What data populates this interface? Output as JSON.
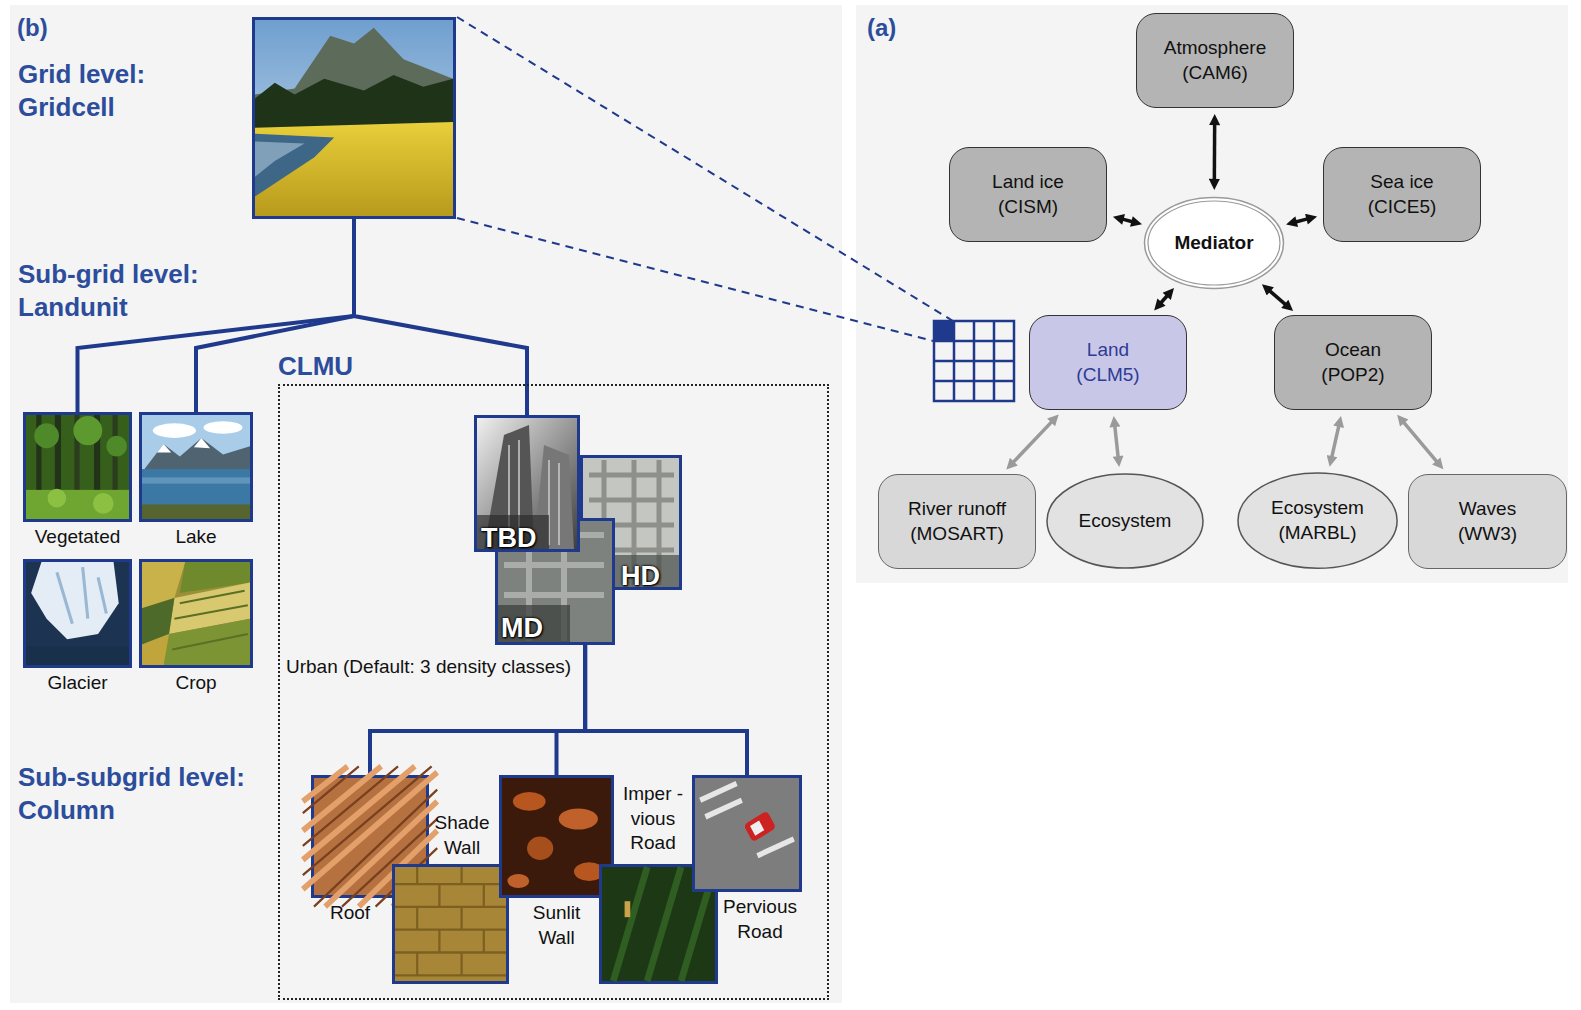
{
  "diagram": {
    "nodes": [
      {
        "text": [
          "Grid level: Gridcell"
        ]
      },
      {
        "text": [
          "Vegetated"
        ]
      },
      {
        "text": [
          "Lake"
        ]
      },
      {
        "text": [
          "Glacier"
        ]
      },
      {
        "text": [
          "Crop"
        ]
      },
      {
        "text": [
          "CLMU"
        ]
      },
      {
        "text": [
          "Urban (Default: 3 density classes)"
        ],
        "in": 5
      },
      {
        "text": [
          "Roof"
        ],
        "in": 5
      },
      {
        "text": [
          "Shade Wall"
        ],
        "in": 5
      },
      {
        "text": [
          "Sunlit Wall"
        ],
        "in": 5
      },
      {
        "text": [
          "Imper -vious Road"
        ],
        "in": 5
      },
      {
        "text": [
          "Pervious Road"
        ],
        "in": 5
      },
      {
        "text": [
          "Atmosphere (CAM6)"
        ]
      },
      {
        "text": [
          "Land ice (CISM)"
        ]
      },
      {
        "text": [
          "Sea ice (CICE5)"
        ]
      },
      {
        "text": [
          "Mediator"
        ]
      },
      {
        "text": [
          "Land (CLM5)"
        ]
      },
      {
        "text": [
          "Ocean (POP2)"
        ]
      },
      {
        "text": [
          "River runoff (MOSART)"
        ]
      },
      {
        "text": [
          "Ecosystem"
        ]
      },
      {
        "text": [
          "Ecosystem (MARBL)"
        ]
      },
      {
        "text": [
          "Waves (WW3)"
        ]
      }
    ],
    "edges": [
      {
        "from": 0,
        "to": 1,
        "arrow": "none"
      },
      {
        "from": 0,
        "to": 2,
        "arrow": "none"
      },
      {
        "from": 0,
        "to": 6,
        "arrow": "none"
      },
      {
        "from": 6,
        "to": 7,
        "arrow": "none"
      },
      {
        "from": 6,
        "to": 9,
        "arrow": "none"
      },
      {
        "from": 6,
        "to": 11,
        "arrow": "none"
      },
      {
        "from": 15,
        "to": 12,
        "arrow": "both"
      },
      {
        "from": 15,
        "to": 13,
        "arrow": "both"
      },
      {
        "from": 15,
        "to": 14,
        "arrow": "both"
      },
      {
        "from": 15,
        "to": 16,
        "arrow": "both"
      },
      {
        "from": 15,
        "to": 17,
        "arrow": "both"
      },
      {
        "from": 16,
        "to": 18,
        "arrow": "both"
      },
      {
        "from": 16,
        "to": 19,
        "arrow": "both"
      },
      {
        "from": 17,
        "to": 20,
        "arrow": "both"
      },
      {
        "from": 17,
        "to": 21,
        "arrow": "both"
      }
    ],
    "labels": [
      "(b)",
      "Sub-grid level: Landunit",
      "TBD",
      "HD",
      "MD",
      "Sub-subgrid level: Column",
      "(a)"
    ]
  }
}
